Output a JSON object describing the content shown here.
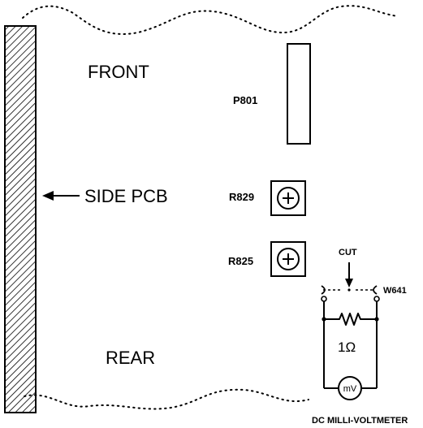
{
  "labels": {
    "front": "FRONT",
    "rear": "REAR",
    "side_pcb": "SIDE PCB",
    "p801": "P801",
    "r829": "R829",
    "r825": "R825",
    "cut": "CUT",
    "w641": "W641",
    "resistor_value": "1Ω",
    "meter": "mV",
    "meter_caption": "DC MILLI-VOLTMETER"
  },
  "colors": {
    "ink": "#000000",
    "background": "#ffffff"
  }
}
